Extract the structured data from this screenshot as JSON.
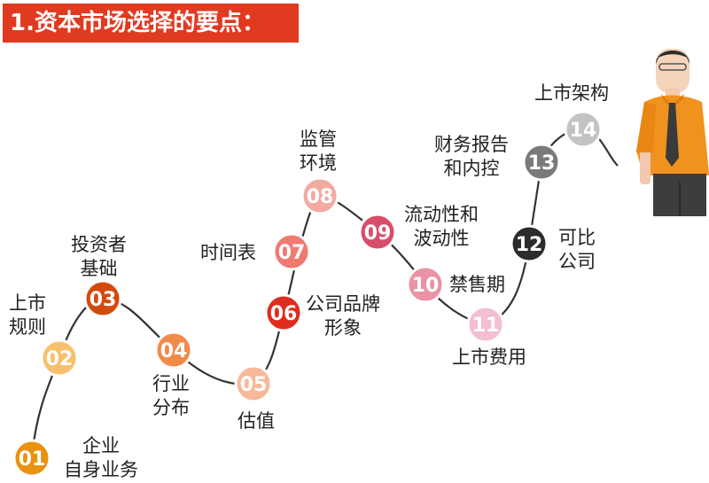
{
  "title": "1.资本市场选择的要点：",
  "colors": {
    "title_bg": "#e03a21",
    "curve": "#333333",
    "shirt": "#f0921e",
    "tie": "#3a3a3a",
    "pants": "#3d3d3d"
  },
  "points": [
    {
      "num": "01",
      "lines": [
        "企业",
        "自身业务"
      ],
      "color": "#e8920f"
    },
    {
      "num": "02",
      "lines": [
        "上市",
        "规则"
      ],
      "color": "#f8c06b"
    },
    {
      "num": "03",
      "lines": [
        "投资者",
        "基础"
      ],
      "color": "#d24b0e"
    },
    {
      "num": "04",
      "lines": [
        "行业",
        "分布"
      ],
      "color": "#f28a4a"
    },
    {
      "num": "05",
      "lines": [
        "估值"
      ],
      "color": "#f7b99a"
    },
    {
      "num": "06",
      "lines": [
        "公司品牌",
        "形象"
      ],
      "color": "#df2c1d"
    },
    {
      "num": "07",
      "lines": [
        "时间表"
      ],
      "color": "#ef7a72"
    },
    {
      "num": "08",
      "lines": [
        "监管",
        "环境"
      ],
      "color": "#f3aaa1"
    },
    {
      "num": "09",
      "lines": [
        "流动性和",
        "波动性"
      ],
      "color": "#d84e6a"
    },
    {
      "num": "10",
      "lines": [
        "禁售期"
      ],
      "color": "#ea92a6"
    },
    {
      "num": "11",
      "lines": [
        "上市费用"
      ],
      "color": "#f4bfd0"
    },
    {
      "num": "12",
      "lines": [
        "可比",
        "公司"
      ],
      "color": "#2c2c2c"
    },
    {
      "num": "13",
      "lines": [
        "财务报告",
        "和内控"
      ],
      "color": "#7a7a7a"
    },
    {
      "num": "14",
      "lines": [
        "上市架构"
      ],
      "color": "#c3c3c3"
    }
  ]
}
